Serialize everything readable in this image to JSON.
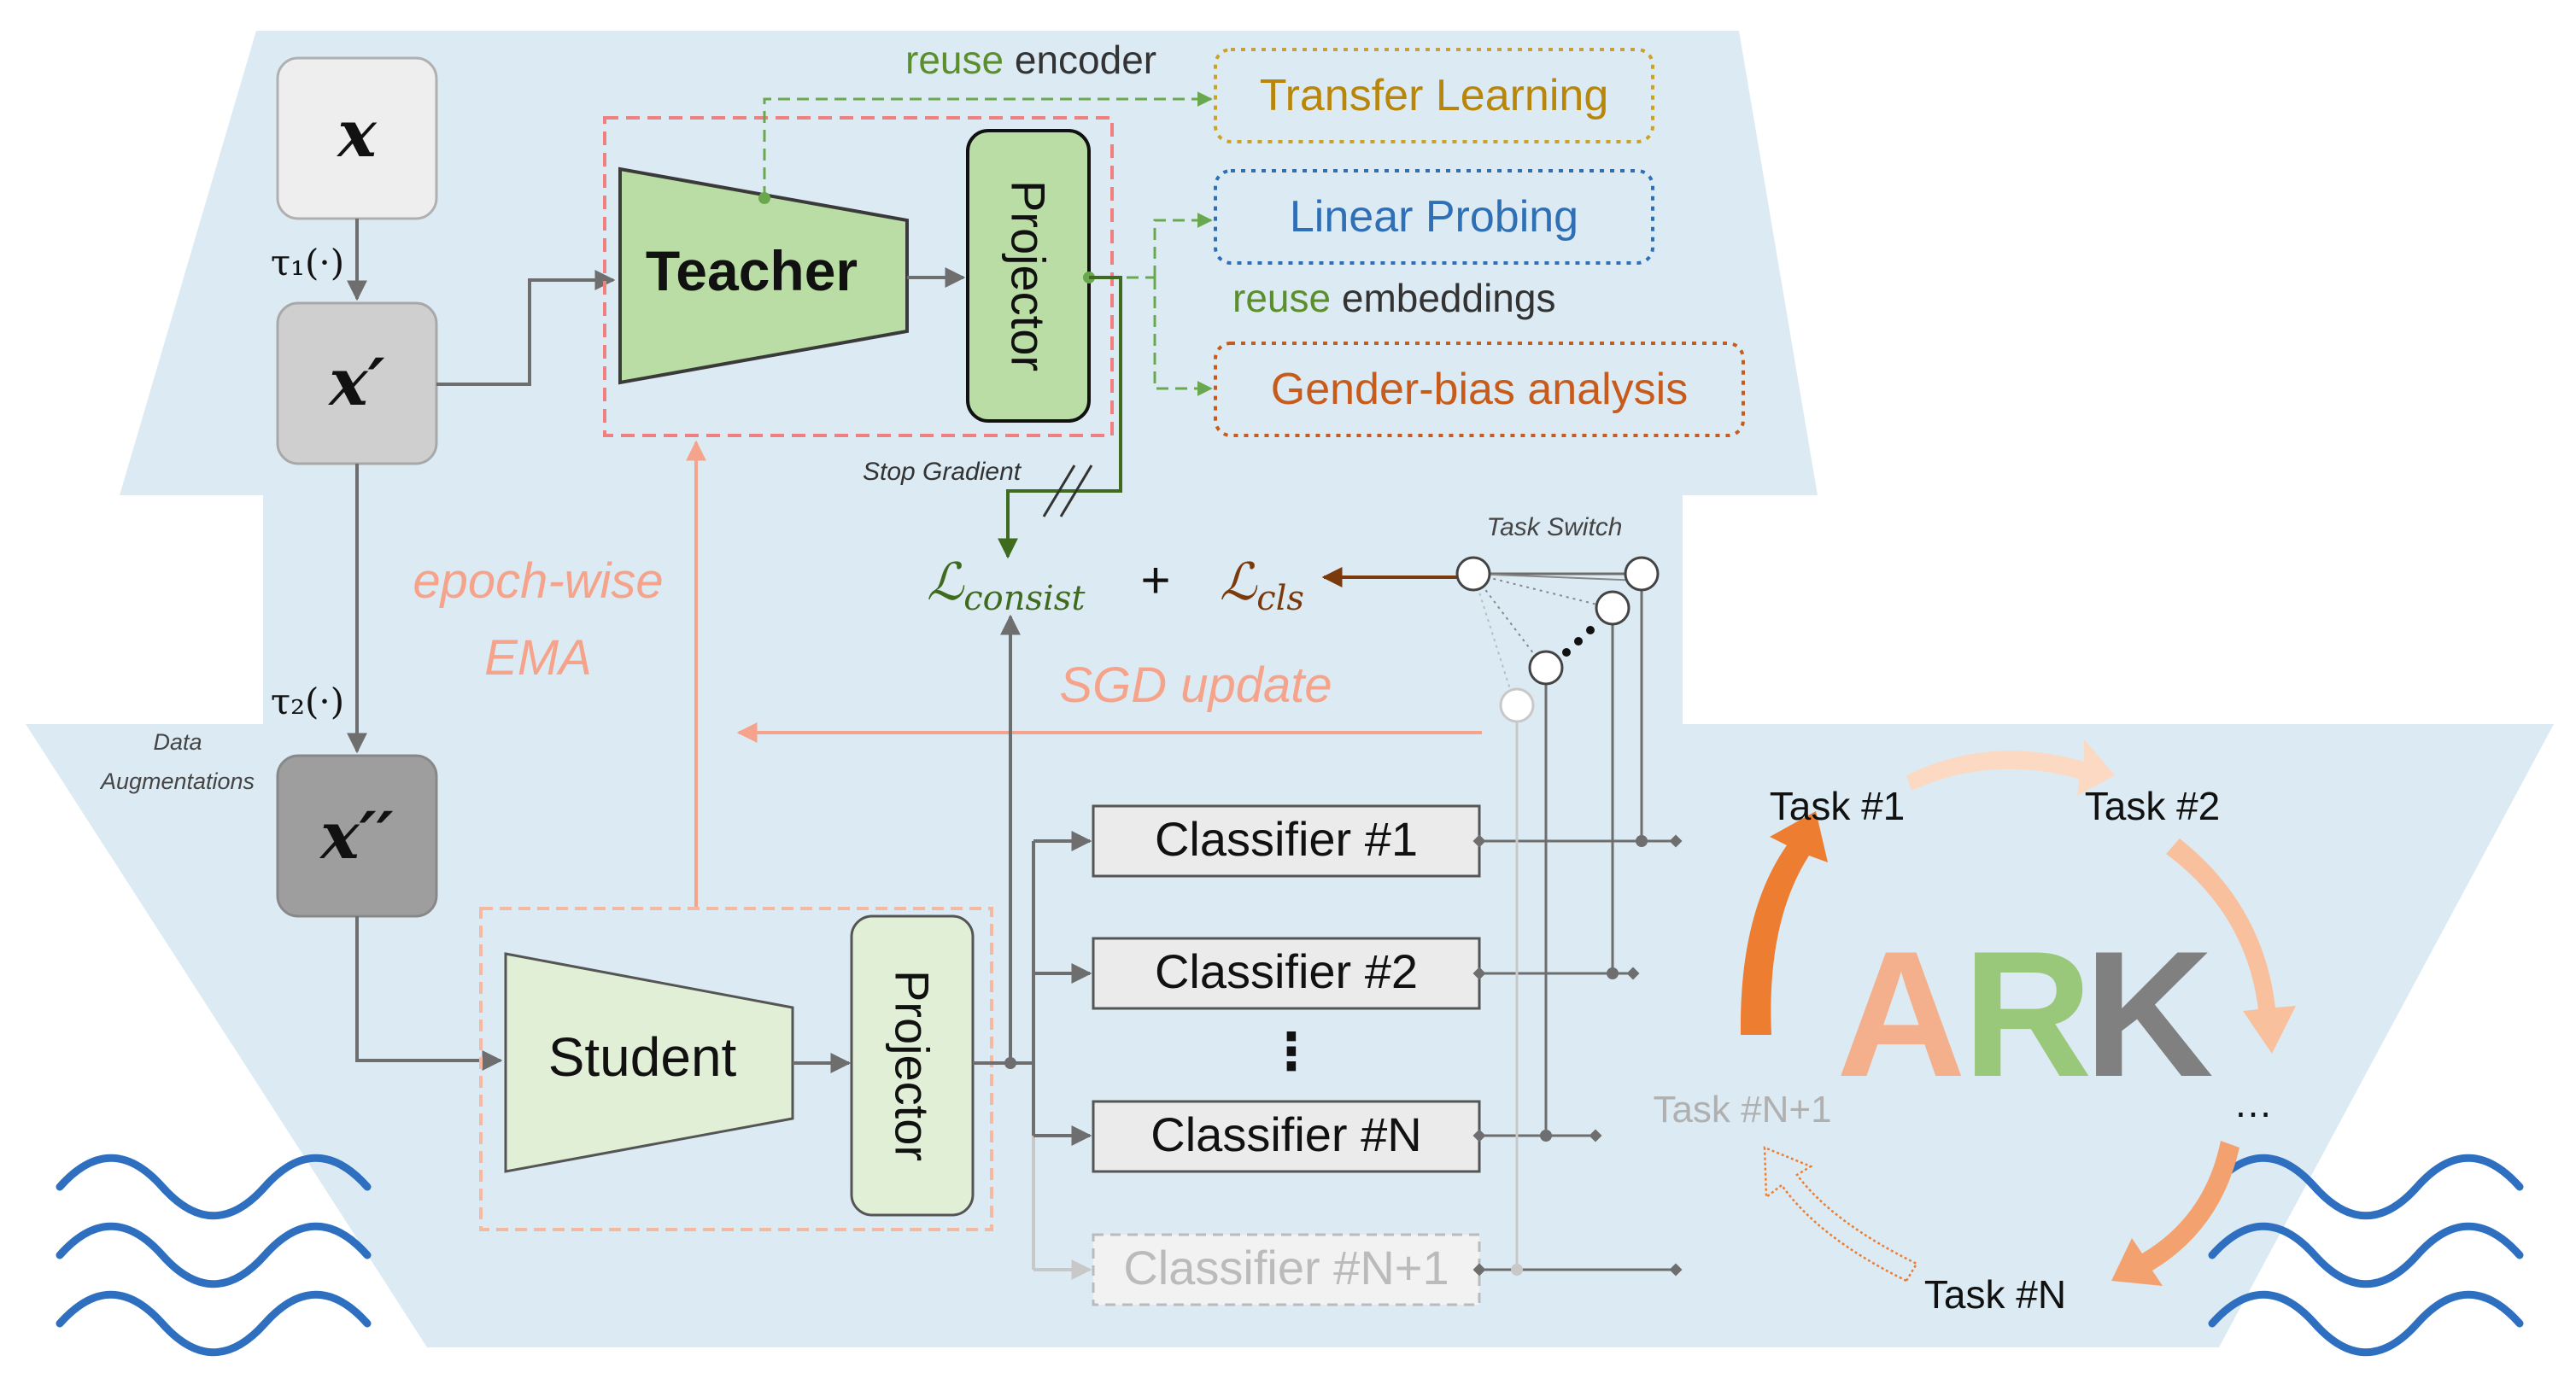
{
  "inputs": {
    "x": "x",
    "x_prime": "x′",
    "x_double_prime": "x′′",
    "tau1": "τ₁(·)",
    "tau2": "τ₂(·)",
    "data_aug_line1": "Data",
    "data_aug_line2": "Augmentations"
  },
  "teacher": {
    "encoder": "Teacher",
    "projector": "Projector"
  },
  "student": {
    "encoder": "Student",
    "projector": "Projector"
  },
  "reuse": {
    "encoder_kw": "reuse",
    "encoder_rest": " encoder",
    "embeddings_kw": "reuse",
    "embeddings_rest": " embeddings"
  },
  "downstream": {
    "transfer": "Transfer Learning",
    "linear": "Linear Probing",
    "gender": "Gender-bias analysis"
  },
  "loss": {
    "stop_gradient": "Stop Gradient",
    "consist_main": "ℒ",
    "consist_sub": "consist",
    "plus": "+",
    "cls_main": "ℒ",
    "cls_sub": "cls",
    "task_switch": "Task Switch"
  },
  "ema": {
    "line1": "epoch-wise",
    "line2": "EMA"
  },
  "sgd": "SGD update",
  "classifiers": {
    "c1": "Classifier #1",
    "c2": "Classifier #2",
    "dots": "⋮",
    "cN": "Classifier #N",
    "cN1": "Classifier #N+1"
  },
  "ark": {
    "letter_a": "A",
    "letter_r": "R",
    "letter_k": "K",
    "task1": "Task #1",
    "task2": "Task #2",
    "ellipsis": "…",
    "taskN": "Task #N",
    "taskN1": "Task #N+1"
  },
  "colors": {
    "background": "#dcebf3",
    "teacher_fill": "#b9dda4",
    "student_fill": "#e1efd7",
    "ema": "#f5a38a",
    "loss_green": "#3f6b1e",
    "loss_brown": "#7a3a0c",
    "transfer": "#b8860b",
    "linear": "#2f6fb5",
    "gender": "#c75b1c",
    "ark_a": "#f4b08c",
    "ark_r": "#9ac87a",
    "ark_k": "#808080",
    "wave": "#2e6fc0"
  }
}
